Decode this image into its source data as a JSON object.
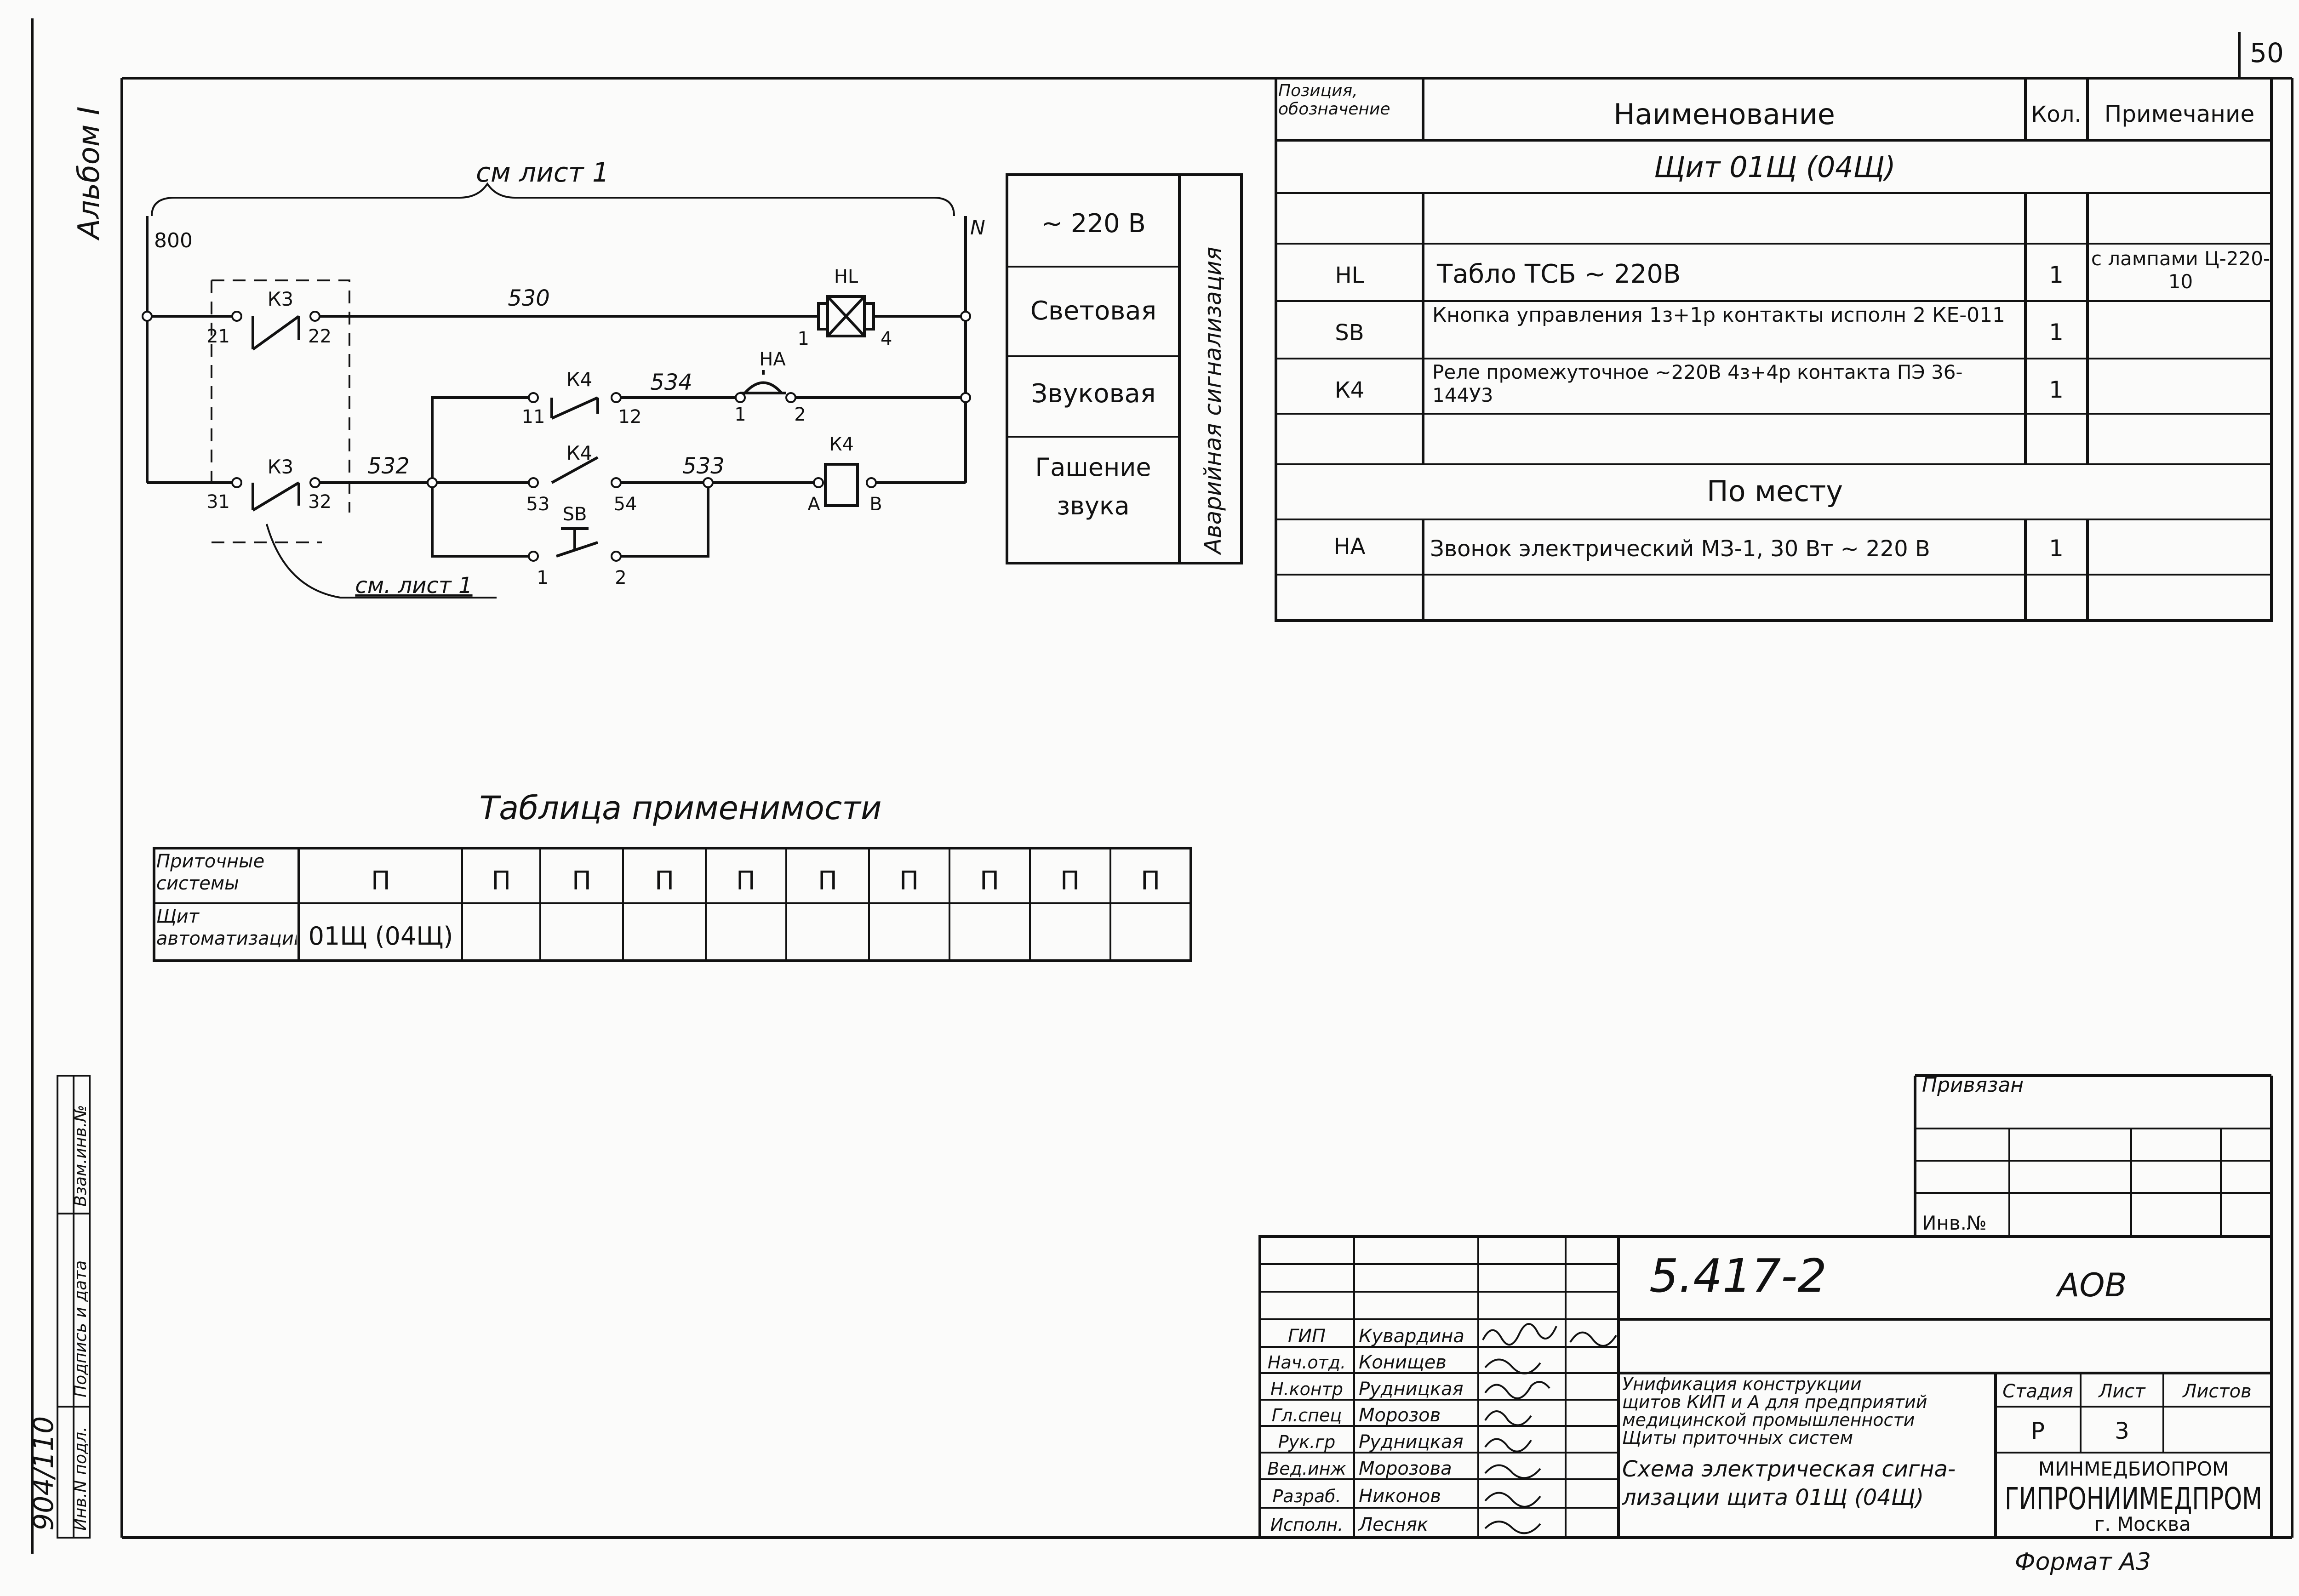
{
  "sheet_number": "50",
  "album": "Альбом I",
  "side_stamp": {
    "col1": "Инв.N подл.",
    "col2": "Подпись и дата",
    "col3": "Взам.инв.№",
    "vertical_number": "904/110"
  },
  "schematic": {
    "top_ref": "см лист 1",
    "bottom_ref": "см. лист 1",
    "left_bus": "800",
    "right_bus": "N",
    "wires": {
      "w530": "530",
      "w534": "534",
      "w532": "532",
      "w533": "533"
    },
    "k3_upper": {
      "label": "К3",
      "left": "21",
      "right": "22"
    },
    "k3_lower": {
      "label": "К3",
      "left": "31",
      "right": "32"
    },
    "hl": {
      "label": "HL",
      "left": "1",
      "right": "4"
    },
    "k4_nc": {
      "label": "К4",
      "left": "11",
      "right": "12"
    },
    "ha": {
      "label": "HA",
      "left": "1",
      "right": "2"
    },
    "k4_no": {
      "label": "К4",
      "left": "53",
      "right": "54"
    },
    "k4_coil": {
      "label": "К4",
      "left": "A",
      "right": "B"
    },
    "sb": {
      "label": "SB",
      "left": "1",
      "right": "2"
    }
  },
  "signal_legend": {
    "rows": [
      "~ 220 В",
      "Световая",
      "Звуковая",
      "Гашение звука"
    ],
    "vertical_title": "Аварийная сигнализация"
  },
  "spec_table": {
    "headers": {
      "pos": "Позиция, обозначение",
      "name": "Наименование",
      "qty": "Кол.",
      "note": "Примечание"
    },
    "section1": "Щит 01Щ (04Щ)",
    "rows": [
      {
        "pos": "HL",
        "name": "Табло ТСБ      ~ 220В",
        "qty": "1",
        "note": "с лампами Ц-220-10"
      },
      {
        "pos": "SB",
        "name": "Кнопка управления 1з+1р контакты исполн 2 КЕ-011",
        "qty": "1",
        "note": ""
      },
      {
        "pos": "К4",
        "name": "Реле промежуточное ~220В 4з+4р контакта ПЭ 36-144У3",
        "qty": "1",
        "note": ""
      }
    ],
    "section2": "По месту",
    "rows2": [
      {
        "pos": "HA",
        "name": "Звонок электрический МЗ-1, 30 Вт ~ 220 В",
        "qty": "1",
        "note": ""
      }
    ]
  },
  "applicability": {
    "title": "Таблица применимости",
    "row1_label": "Приточные системы",
    "row2_label": "Щит автоматизации",
    "systems": [
      "П",
      "П",
      "П",
      "П",
      "П",
      "П",
      "П",
      "П",
      "П",
      "П"
    ],
    "panel": "01Щ (04Щ)"
  },
  "privyazan": {
    "label": "Привязан",
    "inv": "Инв.№"
  },
  "title_block": {
    "doc_code": "5.417-2",
    "sheet_code": "АОВ",
    "roles": [
      {
        "role": "ГИП",
        "name": "Кувардина"
      },
      {
        "role": "Нач.отд.",
        "name": "Конищев"
      },
      {
        "role": "Н.контр",
        "name": "Рудницкая"
      },
      {
        "role": "Гл.спец",
        "name": "Морозов"
      },
      {
        "role": "Рук.гр",
        "name": "Рудницкая"
      },
      {
        "role": "Вед.инж",
        "name": "Морозова"
      },
      {
        "role": "Разраб.",
        "name": "Никонов"
      },
      {
        "role": "Исполн.",
        "name": "Лесняк"
      }
    ],
    "project_title": [
      "Унификация конструкции",
      "щитов КИП и А для предприятий",
      "медицинской промышленности",
      "Щиты приточных систем"
    ],
    "sheet_title": [
      "Схема электрическая сигна-",
      "лизации щита 01Щ (04Щ)"
    ],
    "stage_label": "Стадия",
    "sheet_label": "Лист",
    "sheets_label": "Листов",
    "stage": "Р",
    "sheet": "3",
    "org_ministry": "МИНМЕДБИОПРОМ",
    "org_name": "ГИПРОНИИМЕДПРОМ",
    "org_city": "г. Москва"
  },
  "format": "Формат А3"
}
